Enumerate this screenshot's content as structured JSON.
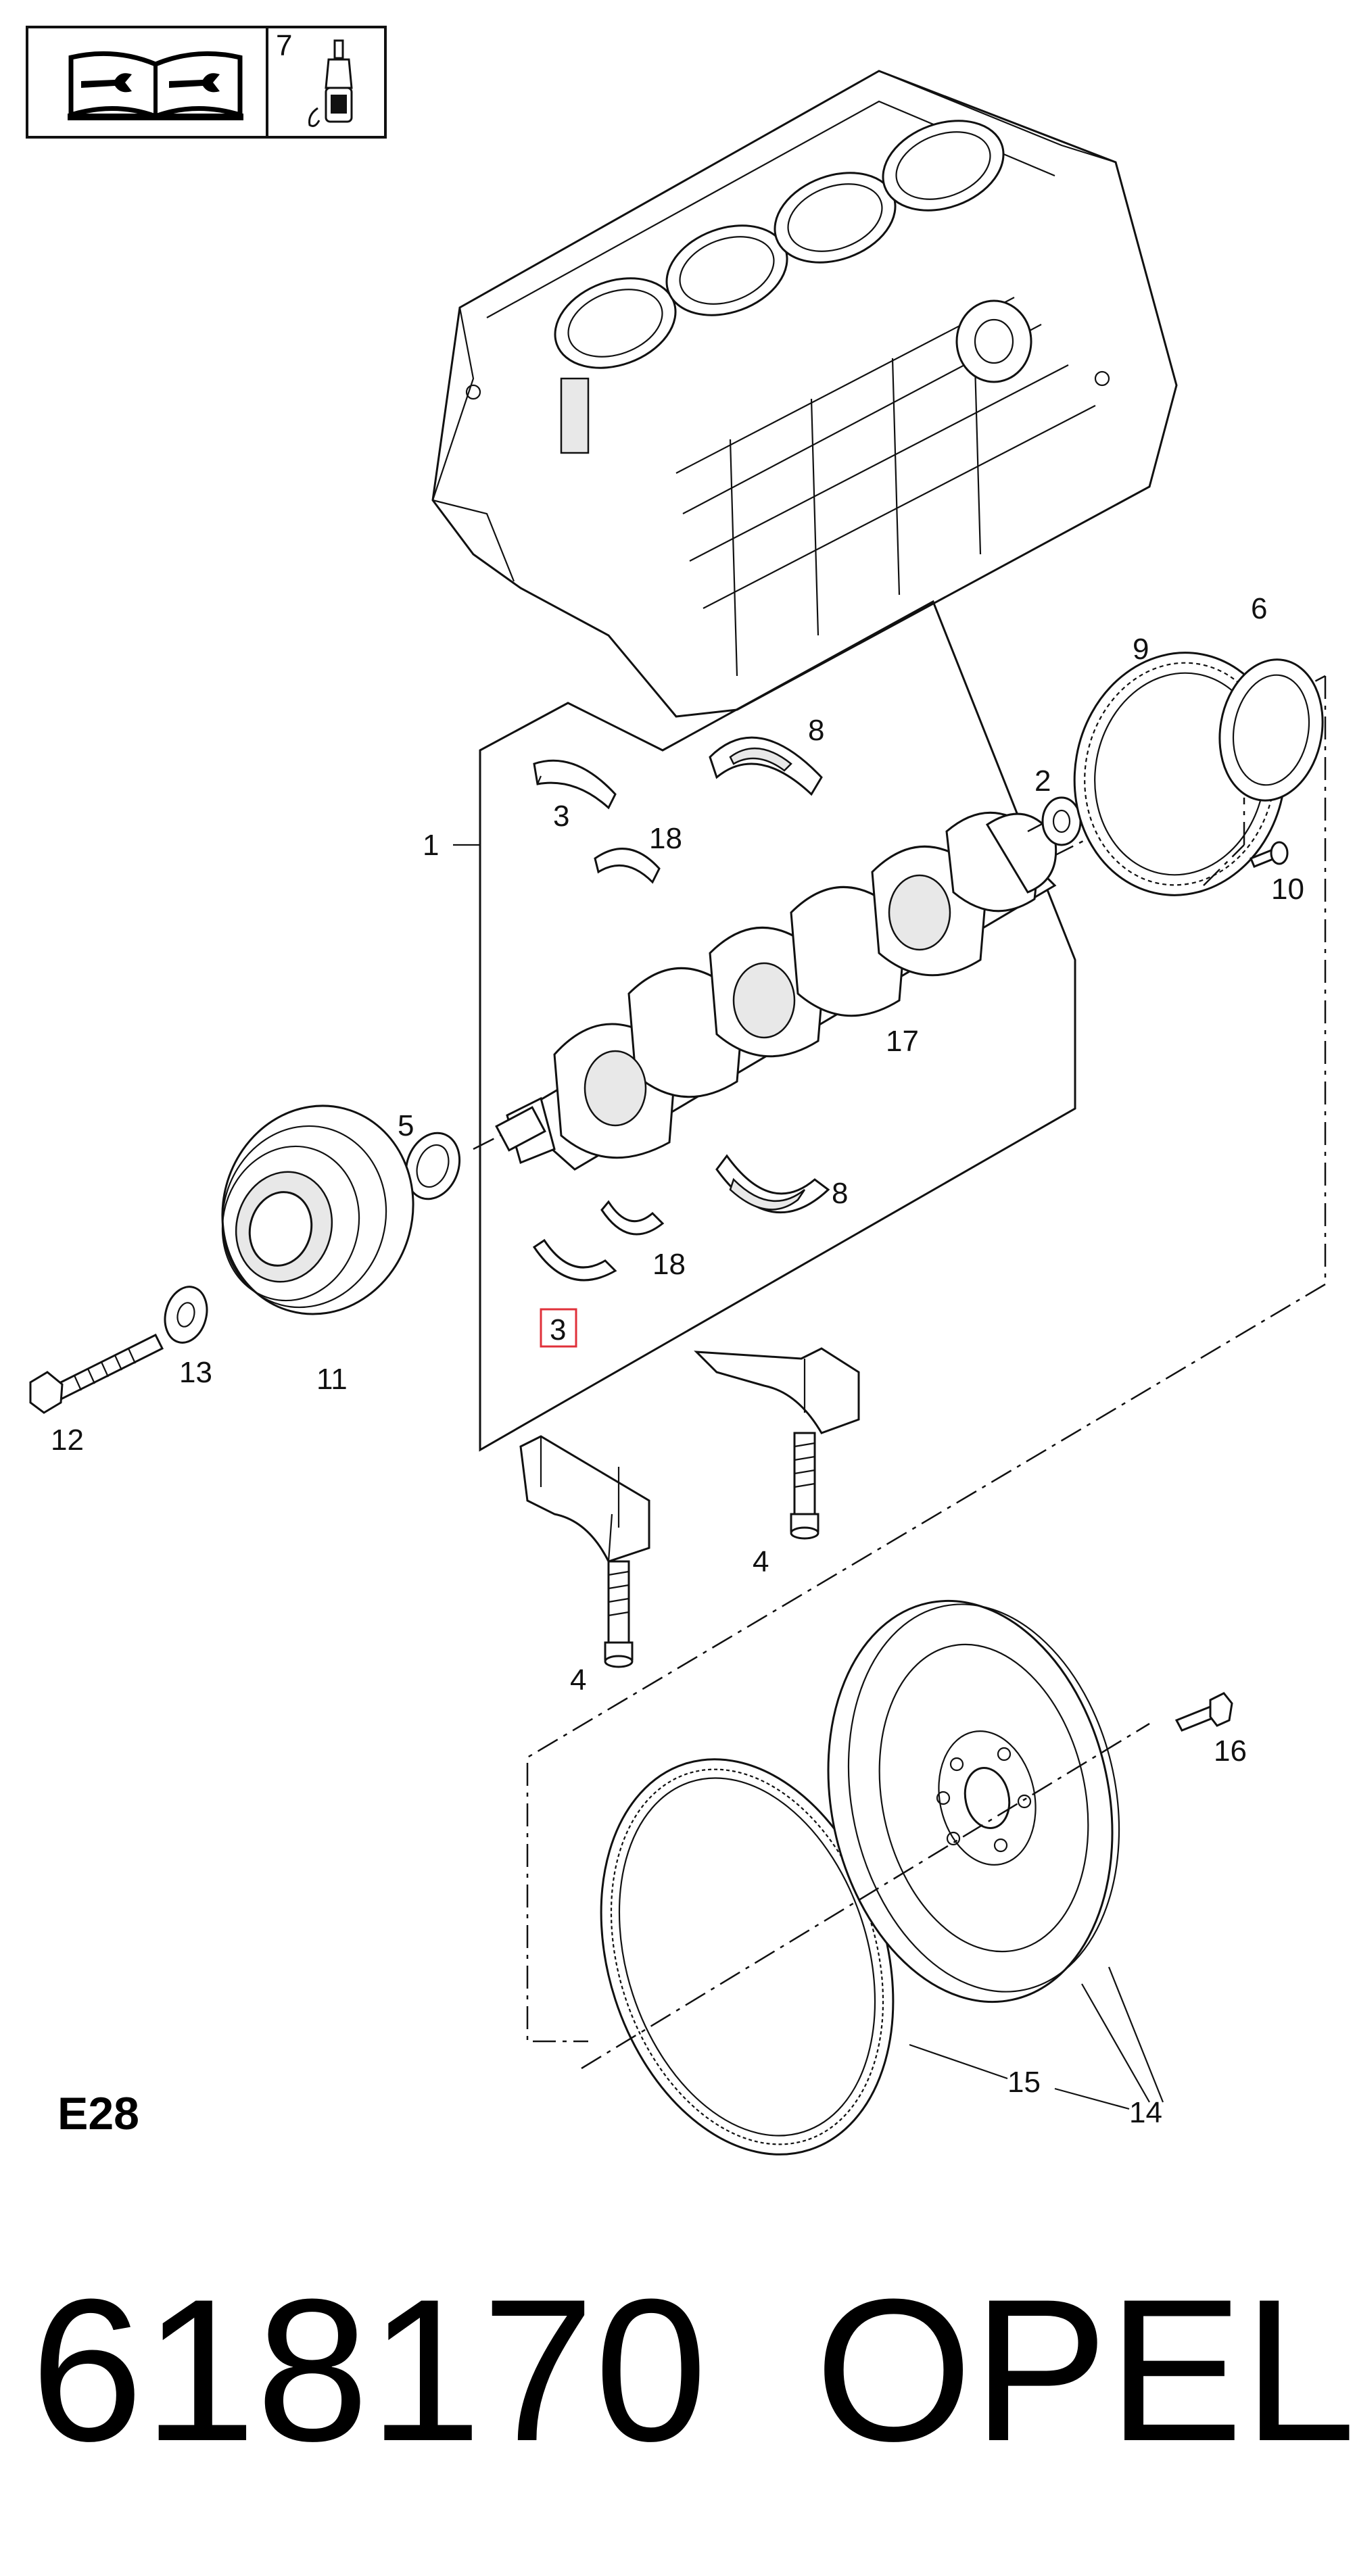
{
  "header": {
    "tool_cell_icon": "workshop-manual-icon",
    "sealant_ref": "7",
    "sealant_icon": "sealant-bottle-icon"
  },
  "callouts": {
    "c1": "1",
    "c2": "2",
    "c3a": "3",
    "c3b": "3",
    "c4a": "4",
    "c4b": "4",
    "c5": "5",
    "c6": "6",
    "c8a": "8",
    "c8b": "8",
    "c9": "9",
    "c10": "10",
    "c11": "11",
    "c12": "12",
    "c13": "13",
    "c14": "14",
    "c15": "15",
    "c16": "16",
    "c17": "17",
    "c18a": "18",
    "c18b": "18"
  },
  "highlight": {
    "ref": "3",
    "color": "#e0303a"
  },
  "diagram_code": "E28",
  "footer": {
    "part_number": "618170",
    "brand": "OPEL"
  }
}
